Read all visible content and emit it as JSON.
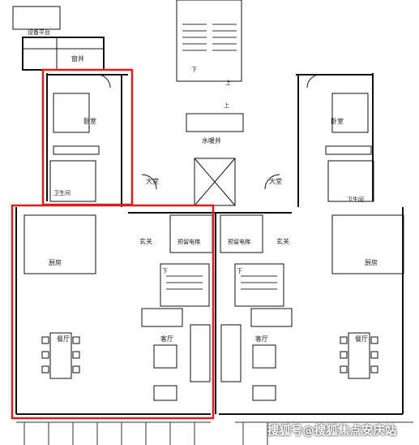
{
  "labels": {
    "balcony": "设备平台",
    "window_well": "窗井",
    "bedroom_left": "卧室",
    "bedroom_right": "卧室",
    "bathroom_left": "卫生间",
    "bathroom_right": "卫生间",
    "water_shaft": "水暖井",
    "hall_left": "大堂",
    "hall_right": "大堂",
    "elevator_left": "预留电梯",
    "elevator_right": "预留电梯",
    "foyer_left": "玄关",
    "foyer_right": "玄关",
    "kitchen_left": "厨房",
    "kitchen_right": "厨房",
    "dining_left": "餐厅",
    "dining_right": "餐厅",
    "living_left": "客厅",
    "living_right": "客厅",
    "stair_down_top": "下",
    "stair_up_top": "上",
    "stair_up_mid": "上",
    "stair_down_left": "下",
    "stair_down_right": "下"
  },
  "watermark": "搜狐号@搜狐焦点安庆站",
  "colors": {
    "wall": "#111111",
    "line": "#333333",
    "highlight": "#d62020",
    "background": "#ffffff"
  }
}
